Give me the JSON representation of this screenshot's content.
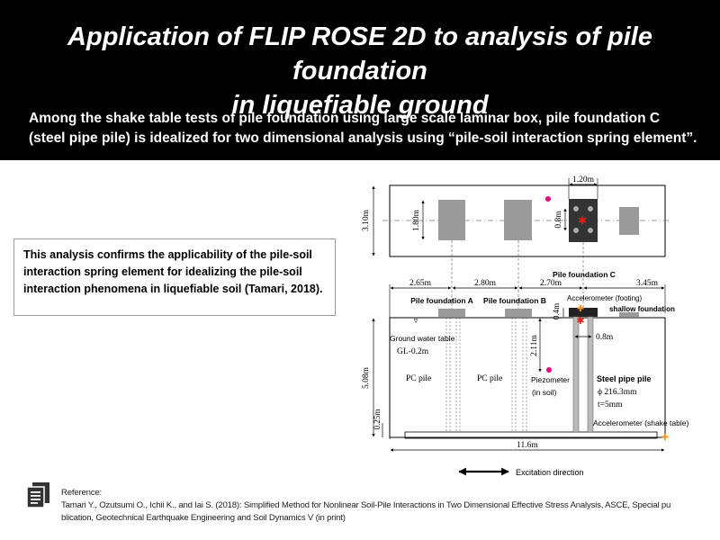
{
  "title": {
    "line1": "Application of FLIP ROSE 2D to analysis of pile foundation",
    "line2": "in liquefiable ground"
  },
  "intro": {
    "line1": "Among the shake table tests of pile foundation using large scale laminar box, pile foundation C",
    "line2": "(steel pipe pile) is idealized for two dimensional analysis using “pile-soil interaction spring element”."
  },
  "conclusion": "This analysis confirms the applicability of the pile-soil interaction spring element for idealizing the pile-soil interaction phenomena in liquefiable soil (Tamari, 2018).",
  "diagram": {
    "plan_width": "1.20m",
    "plan_height": "3.10m",
    "plan_dim_a": "1.80m",
    "plan_dim_c": "0.8m",
    "spacing_1": "2.65m",
    "spacing_2": "2.80m",
    "spacing_3": "2.70m",
    "spacing_4": "3.45m",
    "pile_foundation_a": "Pile foundation A",
    "pile_foundation_b": "Pile foundation B",
    "pile_foundation_c": "Pile foundation C",
    "accel_footing": "Accelerometer (footing)",
    "shallow_foundation": "shallow foundation",
    "footing_height": "0.4m",
    "pile_gap": "0.8m",
    "pile_depth": "2.11m",
    "total_height": "5.08m",
    "base_thickness": "0.25m",
    "total_width": "11.6m",
    "gwt_label": "Ground water table",
    "gwt_depth": "GL-0.2m",
    "pc_pile_a": "PC pile",
    "pc_pile_b": "PC pile",
    "piezometer": "Piezometer",
    "piezometer_sub": "(in soil)",
    "steel_pipe_pile": "Steel pipe pile",
    "pile_diameter": "ϕ 216.3mm",
    "pile_thickness": "t=5mm",
    "accel_shake_table": "Accelerometer (shake table)",
    "excitation": "Excitation direction"
  },
  "reference": {
    "label": "Reference:",
    "line1": "Tamari Y., Ozutsumi O., Ichii K., and Iai S. (2018): Simplified Method for Nonlinear Soil-Pile Interactions in Two Dimensional Effective Stress Analysis, ASCE, Special pu",
    "line2": "blication, Geotechnical Earthquake Engineering and Soil Dynamics V (in print)"
  },
  "colors": {
    "header_bg": "#000000",
    "marker_magenta": "#e6007e",
    "marker_orange": "#f7941d",
    "marker_red": "#e0201b"
  },
  "icons": {
    "reference": "document-stack-icon"
  }
}
